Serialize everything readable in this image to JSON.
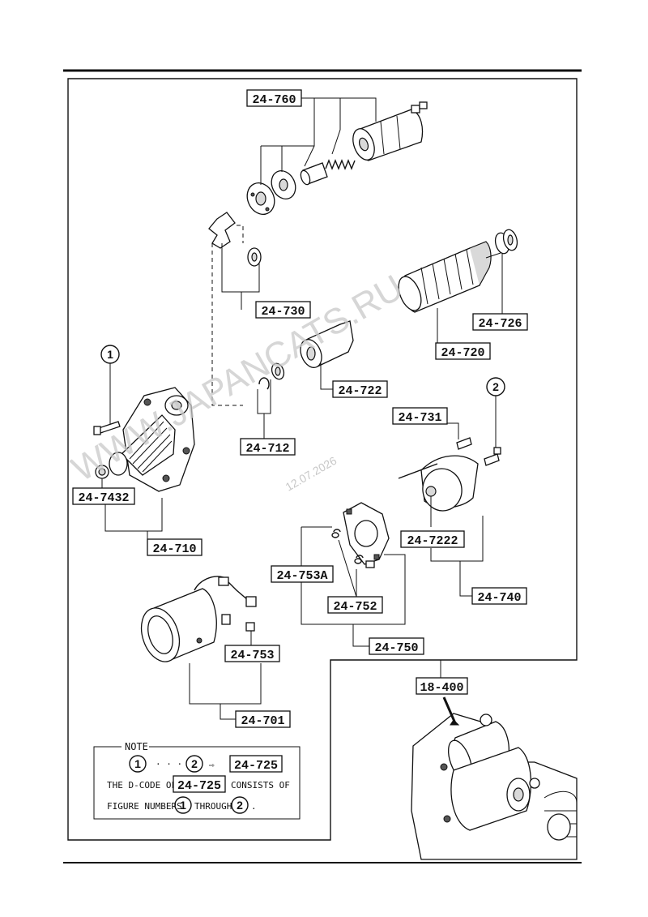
{
  "labels": {
    "l24_760": "24-760",
    "l24_730": "24-730",
    "l24_726": "24-726",
    "l24_720": "24-720",
    "l24_722": "24-722",
    "l24_712": "24-712",
    "l24_731": "24-731",
    "l24_7432": "24-7432",
    "l24_710": "24-710",
    "l24_7222": "24-7222",
    "l24_753A": "24-753A",
    "l24_752": "24-752",
    "l24_740": "24-740",
    "l24_750": "24-750",
    "l24_753": "24-753",
    "l24_701": "24-701",
    "l18_400": "18-400"
  },
  "markers": {
    "m1": "1",
    "m2": "2"
  },
  "note": {
    "title": "NOTE",
    "line1_dots": "· · ·",
    "line1_code": "24-725",
    "line2_prefix": "THE D-CODE OF",
    "line2_code": "24-725",
    "line2_suffix": "CONSISTS OF",
    "line3_prefix": "FIGURE NUMBERS",
    "line3_mid": "THROUGH",
    "line3_suffix": "."
  },
  "watermark": {
    "site": "WWW.JAPANCATS.RU",
    "date": "12.07.2026"
  }
}
